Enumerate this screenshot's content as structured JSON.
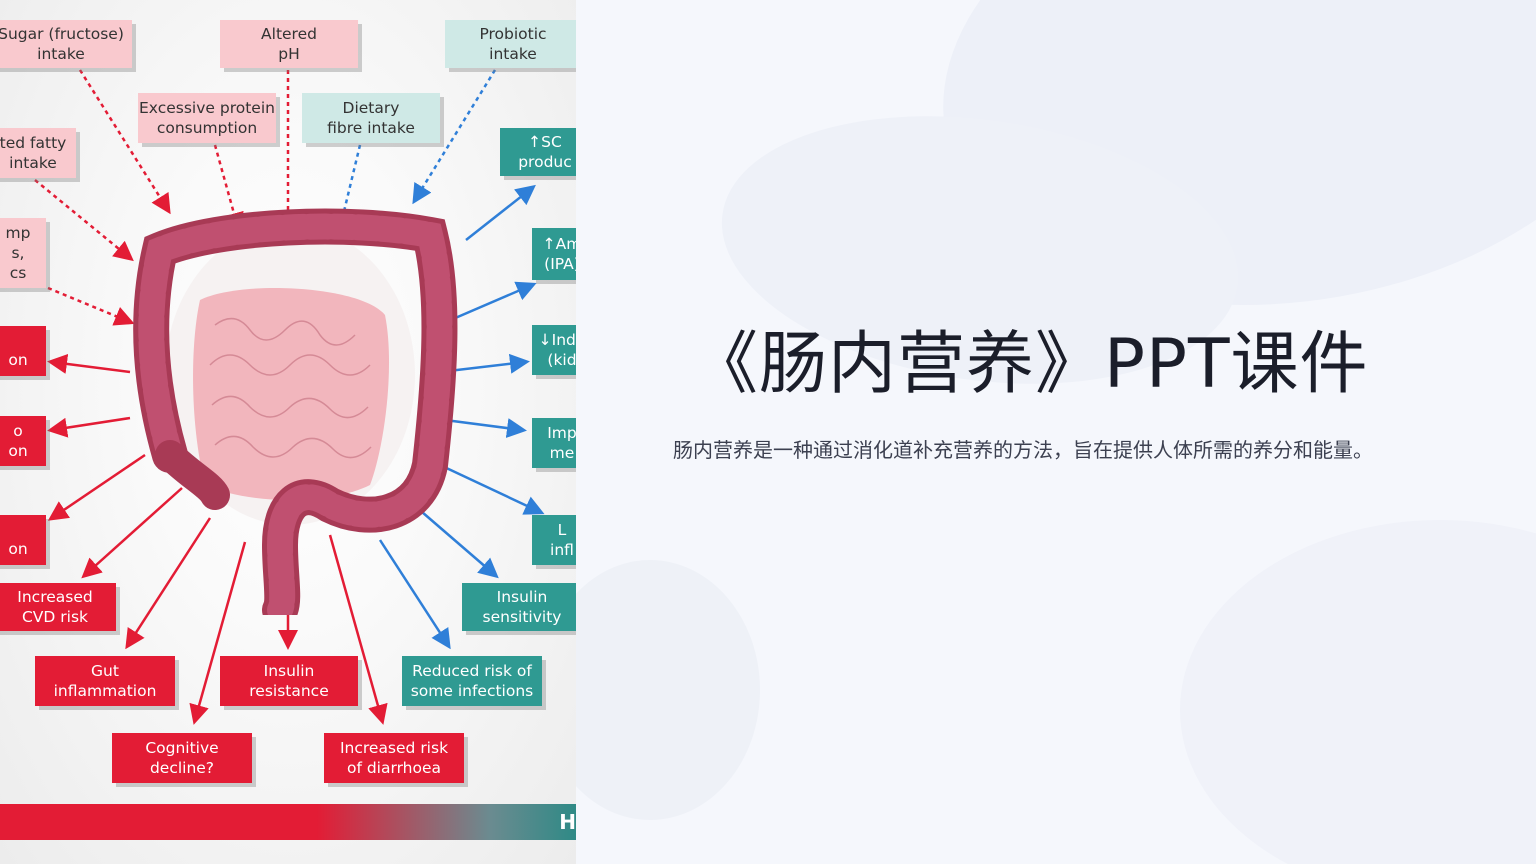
{
  "diagram": {
    "input_boxes": [
      {
        "text": "Sugar (fructose)\nintake",
        "kind": "pink"
      },
      {
        "text": "Altered\npH",
        "kind": "pink"
      },
      {
        "text": "Probiotic\nintake",
        "kind": "mint"
      },
      {
        "text": "Excessive protein\nconsumption",
        "kind": "pink"
      },
      {
        "text": "Dietary\nfibre intake",
        "kind": "mint"
      },
      {
        "text": "ted fatty\nintake",
        "kind": "pink"
      },
      {
        "text": "mp\ns,\ncs",
        "kind": "pink"
      }
    ],
    "positive_boxes": [
      {
        "text": "↑SC\nproduc"
      },
      {
        "text": "↑Am\n(IPA)"
      },
      {
        "text": "↓Indo\n(kid"
      },
      {
        "text": "Imp\nme"
      },
      {
        "text": "L\ninfl"
      },
      {
        "text": "Insulin\nsensitivity"
      },
      {
        "text": "Reduced risk of\nsome infections"
      }
    ],
    "negative_boxes": [
      {
        "text": "on"
      },
      {
        "text": "o\non"
      },
      {
        "text": "on"
      },
      {
        "text": "Increased\nCVD risk"
      },
      {
        "text": "Gut\ninflammation"
      },
      {
        "text": "Insulin\nresistance"
      },
      {
        "text": "Cognitive\ndecline?"
      },
      {
        "text": "Increased risk\nof diarrhoea"
      }
    ],
    "bottom_bar_label": "H"
  },
  "slide": {
    "title": "《肠内营养》PPT课件",
    "subtitle": "肠内营养是一种通过消化道补充营养的方法，旨在提供人体所需的养分和能量。"
  },
  "colors": {
    "negative": "#e31c35",
    "positive": "#2f9a92",
    "input_negative": "#f9c9ce",
    "input_positive": "#cfe9e6",
    "negative_arrow": "#e31c35",
    "positive_arrow": "#2f7fd8"
  }
}
